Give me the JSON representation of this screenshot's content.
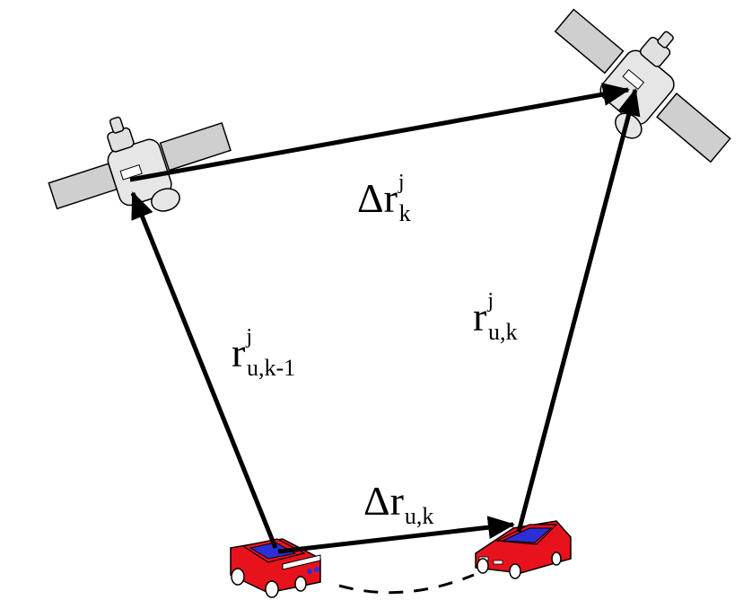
{
  "labels": {
    "delta_r_sat": {
      "base": "Δr",
      "sup": "j",
      "sub": "k"
    },
    "r_u_km1": {
      "base": "r",
      "sup": "j",
      "sub": "u,k-1"
    },
    "r_u_k": {
      "base": "r",
      "sup": "j",
      "sub": "u,k"
    },
    "delta_r_user": {
      "base": "Δr",
      "sup": "",
      "sub": "u,k"
    }
  },
  "colors": {
    "car_body": "#e8121c",
    "car_window": "#2d2fd6",
    "sat_body": "#d9d9d9",
    "sat_panel": "#cfcfcf",
    "arrow": "#000000"
  },
  "icons": [
    "satellite-icon",
    "car-icon"
  ]
}
